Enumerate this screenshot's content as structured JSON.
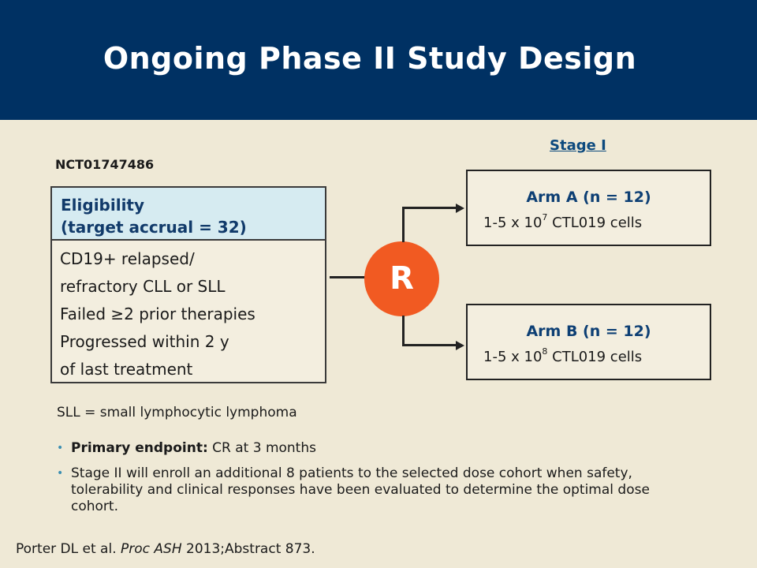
{
  "title": "Ongoing Phase II Study Design",
  "trial_id": "NCT01747486",
  "stage_label": "Stage I",
  "eligibility": {
    "heading_line1": "Eligibility",
    "heading_line2": "(target accrual = 32)",
    "criteria": [
      "CD19+ relapsed/",
      "refractory CLL or SLL",
      "Failed ≥2 prior therapies",
      "Progressed within 2 y",
      "of last treatment"
    ]
  },
  "randomization_label": "R",
  "arms": [
    {
      "title": "Arm A (n = 12)",
      "dose_prefix": "1-5 x 10",
      "dose_exponent": "7",
      "dose_suffix": " CTL019 cells"
    },
    {
      "title": "Arm B (n = 12)",
      "dose_prefix": "1-5 x 10",
      "dose_exponent": "8",
      "dose_suffix": " CTL019 cells"
    }
  ],
  "abbreviation_note": "SLL = small lymphocytic lymphoma",
  "bullets": [
    {
      "bold": "Primary endpoint:",
      "text": " CR at 3 months"
    },
    {
      "bold": "",
      "text": "Stage II will enroll an additional 8 patients to the selected dose cohort when safety, tolerability and clinical responses have been evaluated to determine the optimal dose cohort."
    }
  ],
  "reference": {
    "authors": "Porter DL et al. ",
    "journal": "Proc ASH",
    "details": " 2013;Abstract 873."
  },
  "colors": {
    "header_bg": "#003163",
    "page_bg": "#efe9d6",
    "randomize_circle": "#f15a22",
    "eligibility_head_bg": "#d6ebf1",
    "accent_text": "#0d3f74"
  }
}
